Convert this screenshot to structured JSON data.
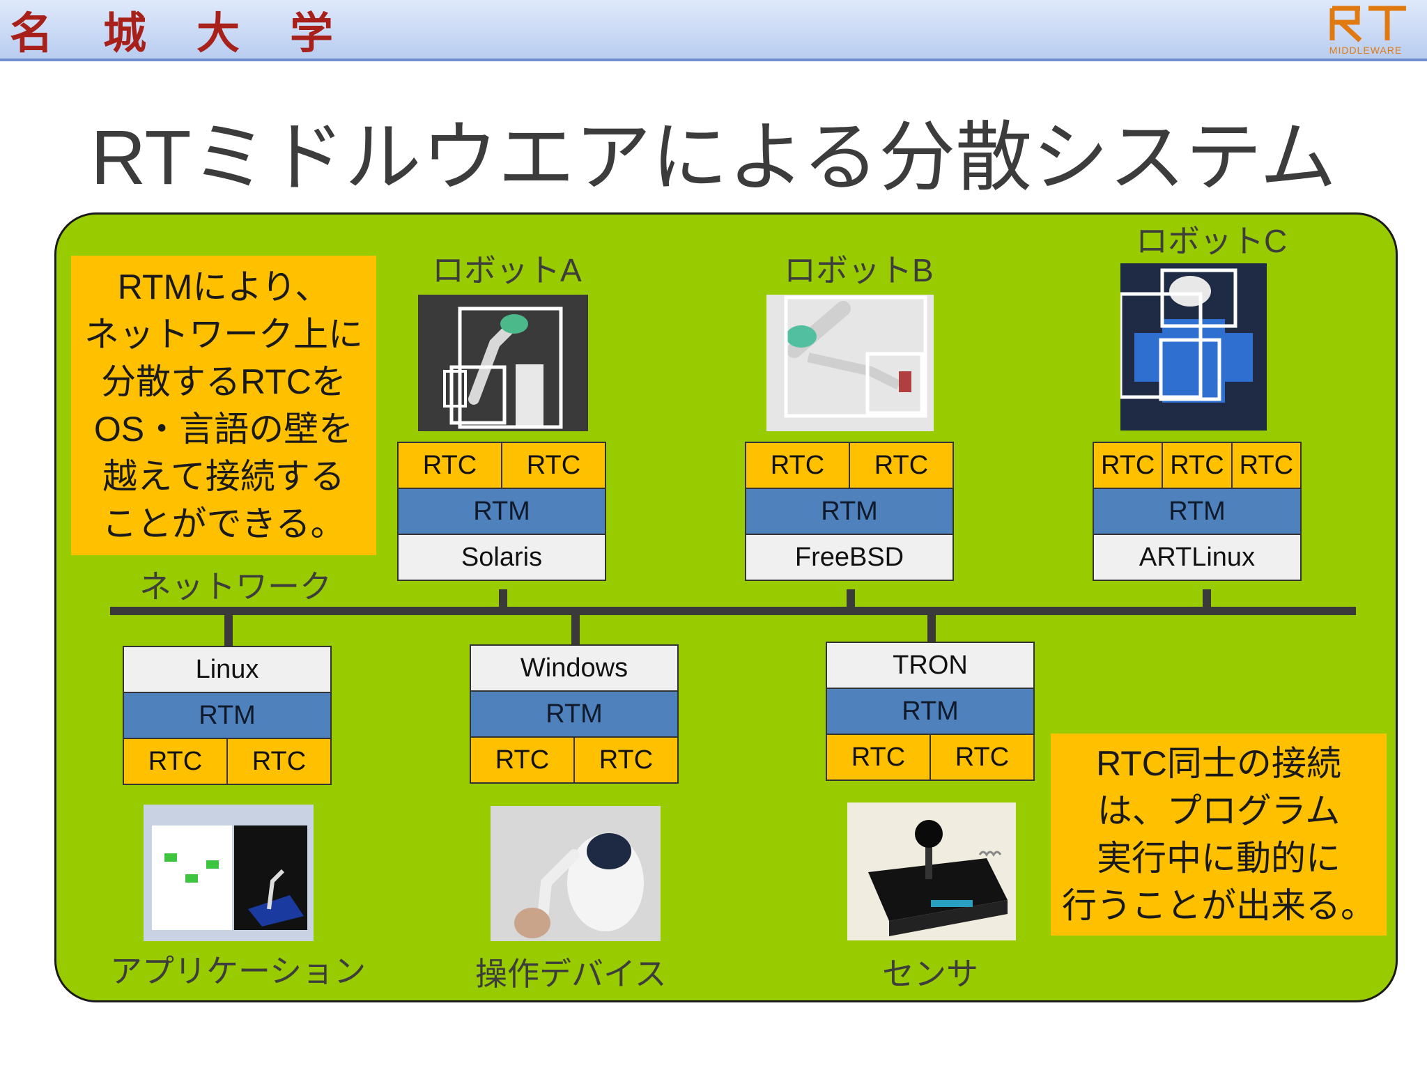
{
  "header": {
    "university": "名城大学",
    "logo_text": "RT",
    "logo_sub": "MIDDLEWARE"
  },
  "title": "RTミドルウエアによる分散システム",
  "notes": {
    "left": [
      "RTMにより、",
      "ネットワーク上に",
      "分散するRTCを",
      "OS・言語の壁を",
      "越えて接続する",
      "ことができる。"
    ],
    "right": [
      "RTC同士の接続",
      "は、プログラム",
      "実行中に動的に",
      "行うことが出来る。"
    ]
  },
  "network_label": "ネットワーク",
  "robots": [
    {
      "name": "ロボットA",
      "rtc": [
        "RTC",
        "RTC"
      ],
      "rtm": "RTM",
      "os": "Solaris"
    },
    {
      "name": "ロボットB",
      "rtc": [
        "RTC",
        "RTC"
      ],
      "rtm": "RTM",
      "os": "FreeBSD"
    },
    {
      "name": "ロボットC",
      "rtc": [
        "RTC",
        "RTC",
        "RTC"
      ],
      "rtm": "RTM",
      "os": "ARTLinux"
    }
  ],
  "devices": [
    {
      "name": "アプリケーション",
      "os": "Linux",
      "rtm": "RTM",
      "rtc": [
        "RTC",
        "RTC"
      ]
    },
    {
      "name": "操作デバイス",
      "os": "Windows",
      "rtm": "RTM",
      "rtc": [
        "RTC",
        "RTC"
      ]
    },
    {
      "name": "センサ",
      "os": "TRON",
      "rtm": "RTM",
      "rtc": [
        "RTC",
        "RTC"
      ]
    }
  ],
  "colors": {
    "panel": "#99cc00",
    "rtc": "#ffc000",
    "rtm": "#4f81bd",
    "os": "#f0f0f0",
    "note": "#ffc000",
    "bus": "#3a3a3a",
    "brand_red": "#a8201a",
    "logo_orange": "#e07a10"
  }
}
